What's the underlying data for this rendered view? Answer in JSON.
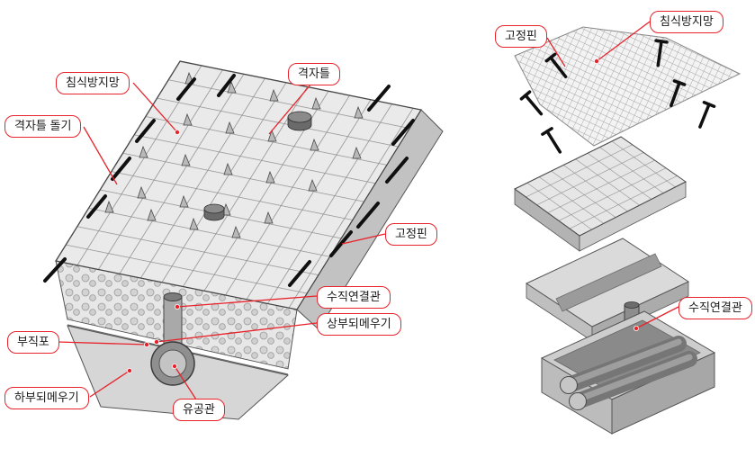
{
  "colors": {
    "accent": "#e8232b"
  },
  "left_view": {
    "labels": {
      "erosion_net": "침식방지망",
      "lattice_frame": "격자틀",
      "lattice_protrusion": "격자틀 돌기",
      "fixing_pin": "고정핀",
      "vertical_pipe": "수직연결관",
      "upper_backfill": "상부되메우기",
      "nonwoven_fabric": "부직포",
      "lower_backfill": "하부되메우기",
      "perforated_pipe": "유공관"
    }
  },
  "right_view": {
    "labels": {
      "fixing_pin": "고정핀",
      "erosion_net": "침식방지망",
      "vertical_pipe": "수직연결관"
    }
  }
}
